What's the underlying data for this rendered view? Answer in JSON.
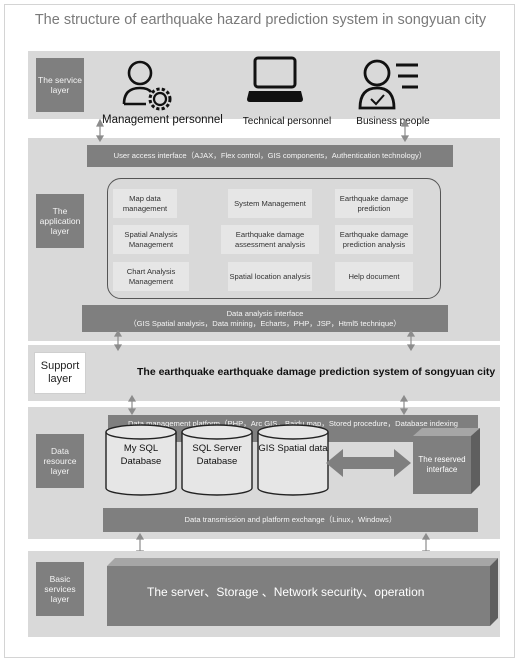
{
  "title": "The structure of earthquake hazard prediction system in songyuan city",
  "service_layer": {
    "label": "The service layer",
    "users": [
      "Management personnel",
      "Technical personnel",
      "Business people"
    ]
  },
  "application_layer": {
    "label": "The application layer",
    "access_interface": "User access interface（AJAX，Flex control，GIS components，Authentication technology）",
    "modules": [
      "Map data management",
      "System Management",
      "Earthquake damage prediction",
      "Spatial Analysis Management",
      "Earthquake damage assessment analysis",
      "Earthquake damage prediction analysis",
      "Chart Analysis Management",
      "Spatial location analysis",
      "Help document"
    ],
    "analysis_interface_title": "Data analysis interface",
    "analysis_interface_detail": "（GIS Spatial analysis，Data mining，Echarts，PHP，JSP，Html5 technique）"
  },
  "support_layer": {
    "label": "Support layer",
    "text": "The earthquake earthquake damage prediction system of songyuan city"
  },
  "data_resource_layer": {
    "label": "Data resource layer",
    "platform": "Data management platform（PHP，Arc GIS，Baidu map，Stored procedure，Database indexing technology）",
    "databases": [
      "My SQL Database",
      "SQL Server Database",
      "GIS Spatial data"
    ],
    "reserved": "The reserved interface",
    "exchange": "Data transmission and platform exchange（Linux，Windows）"
  },
  "basic_layer": {
    "label": "Basic services layer",
    "text": "The server、Storage 、Network security、operation"
  },
  "colors": {
    "dark_gray": "#7f7f7f",
    "panel_gray": "#d9d9d9",
    "pod_gray": "#e6e6e6"
  }
}
